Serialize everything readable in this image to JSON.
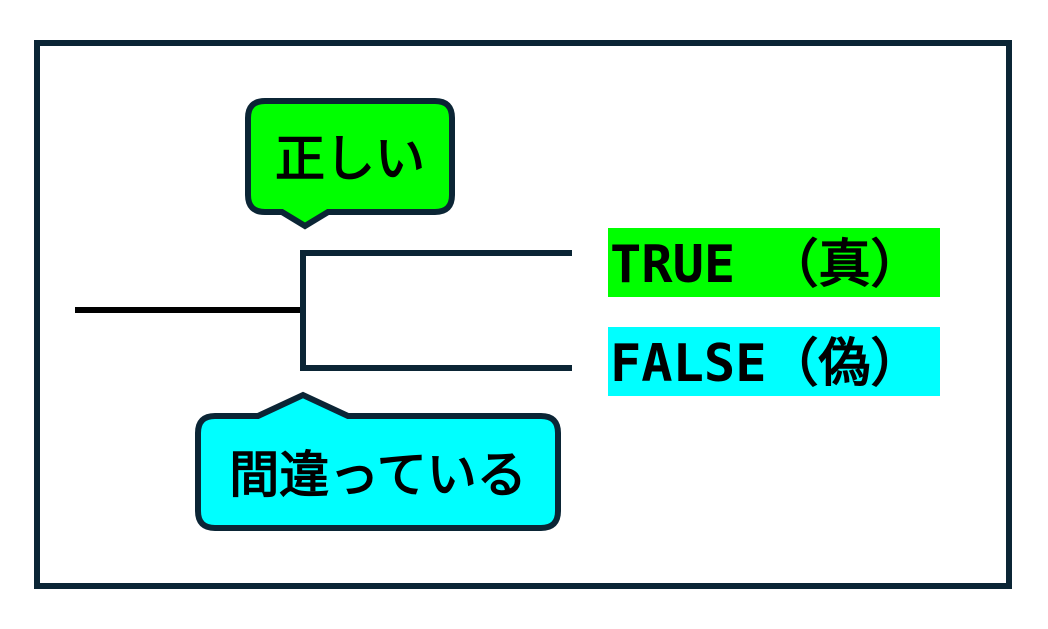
{
  "callouts": {
    "correct": "正しい",
    "wrong": "間違っている"
  },
  "branches": {
    "true_label": "TRUE （真）",
    "false_label": "FALSE（偽）"
  },
  "colors": {
    "true": "#00ff00",
    "false": "#00ffff",
    "stroke": "#0b2535"
  }
}
